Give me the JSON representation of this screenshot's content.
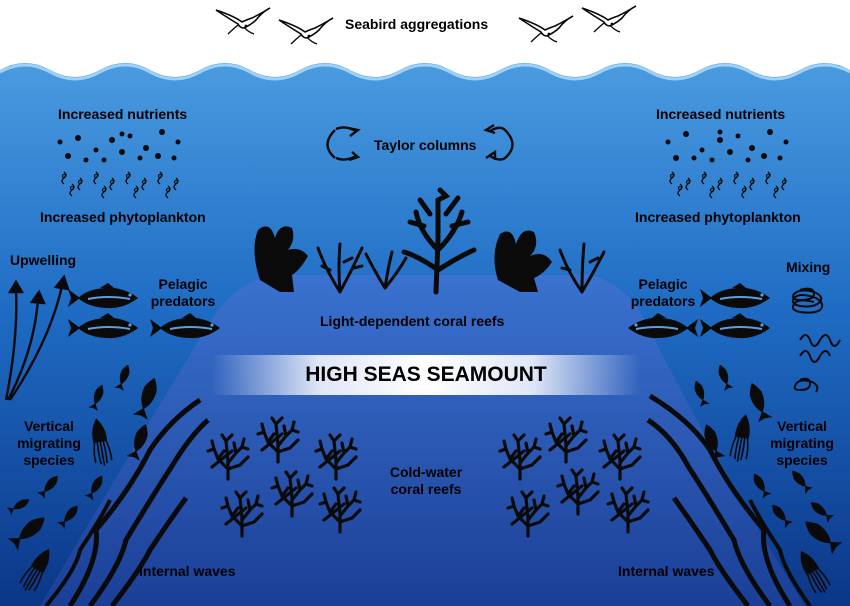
{
  "labels": {
    "seabirds": "Seabird aggregations",
    "nutrients_left": "Increased nutrients",
    "nutrients_right": "Increased nutrients",
    "phyto_left": "Increased phytoplankton",
    "phyto_right": "Increased phytoplankton",
    "taylor": "Taylor columns",
    "upwelling": "Upwelling",
    "mixing": "Mixing",
    "pelagic_left_1": "Pelagic",
    "pelagic_left_2": "predators",
    "pelagic_right_1": "Pelagic",
    "pelagic_right_2": "predators",
    "light_coral": "Light-dependent coral reefs",
    "seamount": "HIGH SEAS SEAMOUNT",
    "vertical_left_1": "Vertical",
    "vertical_left_2": "migrating",
    "vertical_left_3": "species",
    "vertical_right_1": "Vertical",
    "vertical_right_2": "migrating",
    "vertical_right_3": "species",
    "cold_coral_1": "Cold-water",
    "cold_coral_2": "coral reefs",
    "internal_left": "Internal waves",
    "internal_right": "Internal waves"
  },
  "colors": {
    "sky": "#ffffff",
    "ocean_top": "#3d8fd9",
    "ocean_bottom": "#0d3d94",
    "seamount_top": "#2f63c4",
    "seamount_bottom": "#1a3e96",
    "silhouette": "#0a0a0a"
  },
  "icons": [
    "seabird-icon",
    "fish-icon",
    "squid-icon",
    "coral-icon",
    "kelp-icon",
    "nutrient-dot-icon",
    "phytoplankton-icon",
    "arrow-icon"
  ]
}
